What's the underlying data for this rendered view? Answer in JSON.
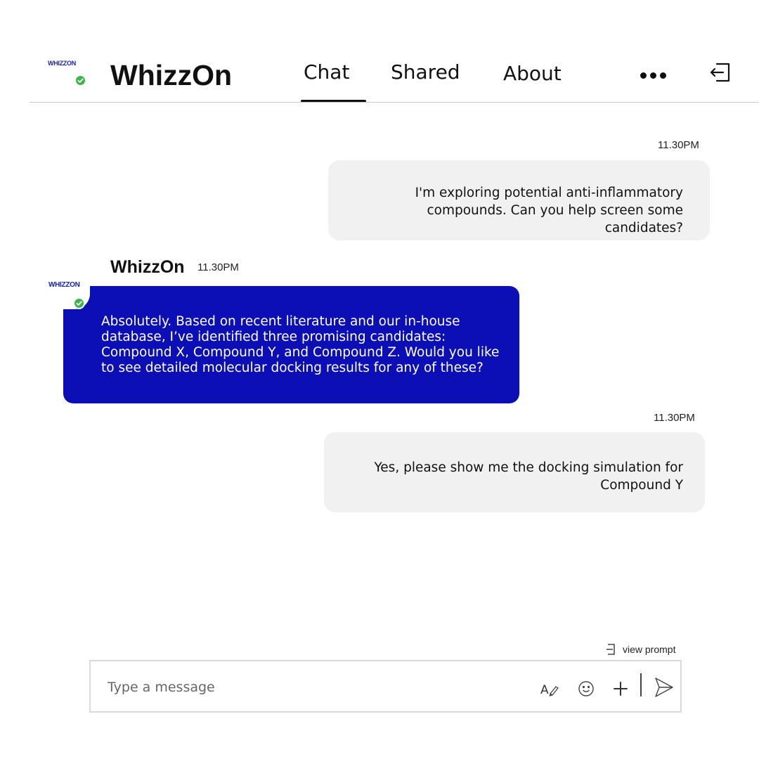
{
  "header": {
    "logo_text": "WHIZZON",
    "app_title": "WhizzOn",
    "tabs": [
      {
        "label": "Chat",
        "active": true
      },
      {
        "label": "Shared",
        "active": false
      },
      {
        "label": "About",
        "active": false
      }
    ],
    "more_icon": "more-dots-icon",
    "exit_icon": "sign-out-icon"
  },
  "messages": [
    {
      "from": "user",
      "time": "11.30PM",
      "text": "I'm exploring potential anti-inflammatory compounds. Can you help screen some candidates?"
    },
    {
      "from": "bot",
      "sender": "WhizzOn",
      "time": "11.30PM",
      "text": "Absolutely. Based on recent literature and our in-house database, I’ve identified three promising candidates: Compound X, Compound Y, and Compound Z. Would you like to see detailed molecular docking results for any of these?"
    },
    {
      "from": "user",
      "time": "11.30PM",
      "text": "Yes, please show me the docking simulation for Compound Y"
    }
  ],
  "composer": {
    "view_prompt_label": "view prompt",
    "placeholder": "Type a message",
    "value": "",
    "icons": [
      "format-text-icon",
      "emoji-icon",
      "plus-icon",
      "send-icon"
    ]
  },
  "colors": {
    "bot_bubble": "#0b0fb5",
    "user_bubble": "#f1f1f1",
    "logo": "#1a22b5",
    "online_status": "#3cb54a"
  }
}
